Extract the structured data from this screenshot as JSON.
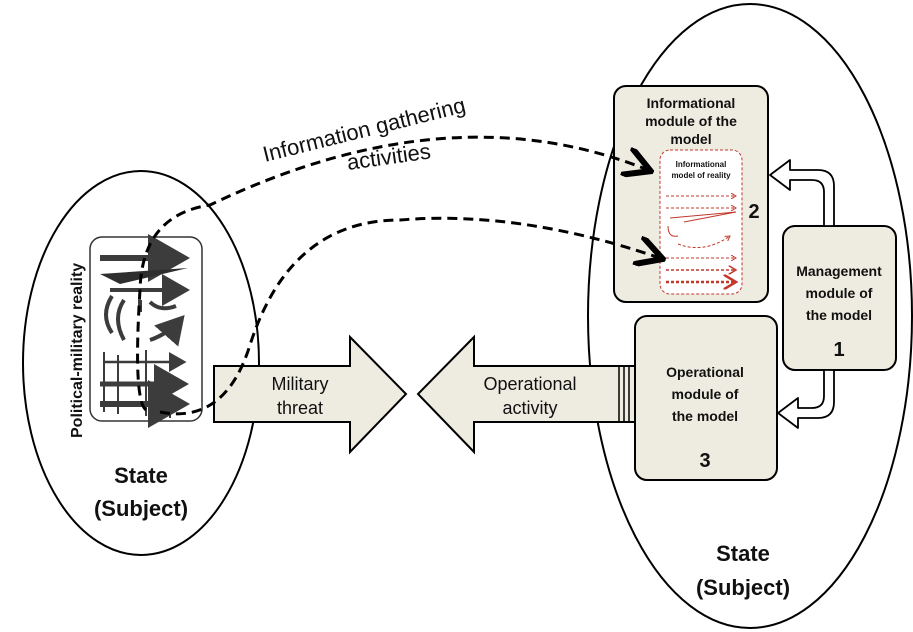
{
  "left_state": {
    "vertical_label": "Political-military reality",
    "title_line1": "State",
    "title_line2": "(Subject)"
  },
  "right_state": {
    "title_line1": "State",
    "title_line2": "(Subject)"
  },
  "info_module": {
    "line1": "Informational",
    "line2": "module of the",
    "line3": "model",
    "inner_line1": "Informational",
    "inner_line2": "model of reality",
    "number": "2"
  },
  "management_module": {
    "line1": "Management",
    "line2": "module of",
    "line3": "the model",
    "number": "1"
  },
  "operational_module": {
    "line1": "Operational",
    "line2": "module of",
    "line3": "the model",
    "number": "3"
  },
  "arrows": {
    "military_threat_line1": "Military",
    "military_threat_line2": "threat",
    "operational_activity_line1": "Operational",
    "operational_activity_line2": "activity"
  },
  "curve_label": {
    "line1": "Information gathering",
    "line2": "activities"
  },
  "colors": {
    "box_fill": "#eeebe0",
    "outline": "#000000",
    "dark_arrow": "#3c3c3c",
    "red_dash": "#c0392b"
  }
}
